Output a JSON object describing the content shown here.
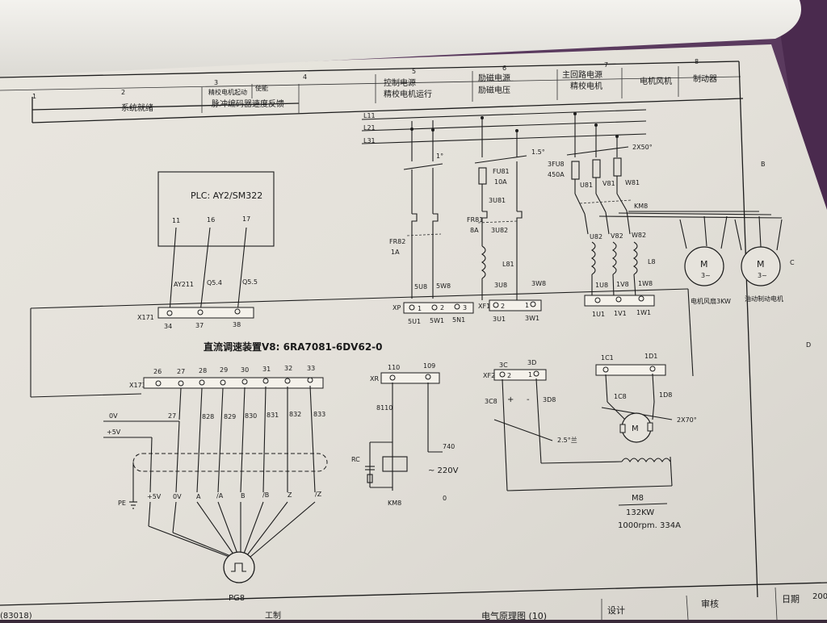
{
  "title_block": {
    "col_numbers": [
      "2",
      "3",
      "4",
      "5",
      "6",
      "7",
      "8"
    ],
    "row_letter_a": "1",
    "headers": {
      "c1": "系统就绪",
      "c2a": "精校电机起动",
      "c2b": "使能",
      "c2c": "脉冲编码器速度反馈",
      "c3a": "控制电源",
      "c3b": "精校电机运行",
      "c4a": "励磁电源",
      "c4b": "励磁电压",
      "c5a": "主回路电源",
      "c5b": "精校电机",
      "c6": "电机风机",
      "c7": "制动器"
    }
  },
  "side_letters": [
    "B",
    "C",
    "D"
  ],
  "buses": {
    "l1": "L11",
    "l2": "L21",
    "l3": "L31"
  },
  "plc": {
    "label": "PLC: AY2/SM322",
    "pins": [
      "11",
      "16",
      "17"
    ],
    "wires": [
      "AY211",
      "Q5.4",
      "Q5.5"
    ]
  },
  "x171": {
    "label": "X171",
    "pins": [
      "34",
      "37",
      "38"
    ]
  },
  "drive": {
    "label": "直流调速装置V8: 6RA7081-6DV62-0"
  },
  "x173": {
    "label": "X173",
    "pins": [
      "26",
      "27",
      "28",
      "29",
      "30",
      "31",
      "32",
      "33"
    ],
    "wires": [
      "27",
      "828",
      "829",
      "830",
      "831",
      "832",
      "833"
    ]
  },
  "encoder": {
    "ov": "0V",
    "p5v": "+5V",
    "pe": "PE",
    "signals": [
      "+5V",
      "0V",
      "A",
      "/A",
      "B",
      "/B",
      "Z",
      "/Z"
    ],
    "name": "PG8"
  },
  "aux_breaker": {
    "rating": "1°",
    "fr": "FR82",
    "fr_rating": "1A",
    "wires": [
      "5U8",
      "5W8"
    ]
  },
  "xp": {
    "label": "XP",
    "pins": [
      "1",
      "2",
      "3"
    ],
    "wires": [
      "5U1",
      "5W1",
      "5N1"
    ]
  },
  "excitation": {
    "rating": "1.5°",
    "fuse": "FU81",
    "fuse_rating": "10A",
    "w1": "3U81",
    "fr": "FR81",
    "fr_rating": "8A",
    "w2": "3U82",
    "reactor": "L81",
    "w3": "3U8",
    "w4": "3W8"
  },
  "xf1": {
    "label": "XF1",
    "pins": [
      "2",
      "1"
    ],
    "wires": [
      "3U1",
      "3W1"
    ]
  },
  "main": {
    "rating": "2X50°",
    "fuse": "3FU8",
    "fuse_rating": "450A",
    "fuses": [
      "U81",
      "V81",
      "W81"
    ],
    "contactor": "KM8",
    "w2": [
      "U82",
      "V82",
      "W82"
    ],
    "reactor": "L8",
    "w3": [
      "1U8",
      "1V8",
      "1W8"
    ],
    "terms": [
      "1U1",
      "1V1",
      "1W1"
    ]
  },
  "motors": {
    "symbol": "M",
    "phase": "3~",
    "fan": "电机风扇3KW",
    "aux": "油动制动电机"
  },
  "xr": {
    "label": "XR",
    "pins": [
      "110",
      "109"
    ],
    "w1": "8110",
    "w2": "740",
    "rc": "RC",
    "coil": "KM8",
    "ac": "~ 220V",
    "zero": "0"
  },
  "xf2": {
    "label": "XF2",
    "pins": [
      "2",
      "1"
    ],
    "tops": [
      "3C",
      "3D"
    ],
    "w1": "3C8",
    "w2": "3D8",
    "plus": "+",
    "minus": "-",
    "rating": "2.5°兰"
  },
  "armature": {
    "tops": [
      "1C1",
      "1D1"
    ],
    "w1": "1C8",
    "w2": "1D8",
    "rating": "2X70°",
    "motor": "M",
    "name": "M8",
    "power": "132KW",
    "spec": "1000rpm. 334A"
  },
  "bottom": {
    "left": "(83018)",
    "mid": "工制",
    "title": "电气原理图 (10)",
    "design": "设计",
    "review": "审核",
    "date": "日期",
    "year": "200"
  }
}
